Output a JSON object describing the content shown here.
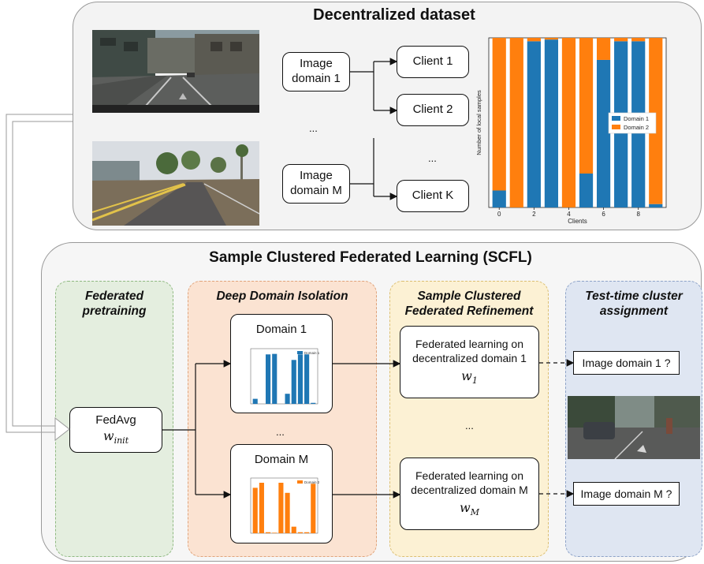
{
  "top": {
    "title": "Decentralized dataset",
    "image_domain_1": [
      "Image",
      "domain 1"
    ],
    "image_domain_m": [
      "Image",
      "domain M"
    ],
    "ellipsis_left": "...",
    "ellipsis_right": "...",
    "clients": [
      "Client 1",
      "Client 2",
      "Client K"
    ]
  },
  "bottom": {
    "title": "Sample Clustered Federated Learning (SCFL)",
    "col1_title": [
      "Federated",
      "pretraining"
    ],
    "col2_title": "Deep Domain Isolation",
    "col3_title": [
      "Sample Clustered",
      "Federated Refinement"
    ],
    "col4_title": [
      "Test-time cluster",
      "assignment"
    ],
    "fedavg_label": "FedAvg",
    "fedavg_math": "w",
    "fedavg_sub": "init",
    "domain1_label": "Domain 1",
    "domainm_label": "Domain M",
    "ellipsis_mid": "...",
    "ellipsis_refine": "...",
    "fl_1": [
      "Federated learning on",
      "decentralized domain 1"
    ],
    "fl_1_math": "w",
    "fl_1_sub": "1",
    "fl_m": [
      "Federated learning on",
      "decentralized domain M"
    ],
    "fl_m_math": "w",
    "fl_m_sub": "M",
    "assign_1": "Image domain 1 ?",
    "assign_m": "Image domain M ?"
  },
  "colors": {
    "domain1": "#1f77b4",
    "domain2": "#ff7f0e",
    "top_panel_bg": "#f3f3f3",
    "bottom_panel_bg": "#f6f6f6",
    "col1_bg": "#e4eedf",
    "col2_bg": "#fbe3d2",
    "col3_bg": "#fcf1d4",
    "col4_bg": "#dfe6f2"
  },
  "chart_data": [
    {
      "type": "bar",
      "stacked": true,
      "x": [
        0,
        1,
        2,
        3,
        4,
        5,
        6,
        7,
        8,
        9
      ],
      "xticks": [
        "0",
        "2",
        "4",
        "6",
        "8"
      ],
      "xlabel": "Clients",
      "ylabel": "Number of local samples",
      "series": [
        {
          "name": "Domain 1",
          "values": [
            0.1,
            0.0,
            0.98,
            0.99,
            0.0,
            0.2,
            0.87,
            0.98,
            0.98,
            0.02
          ]
        },
        {
          "name": "Domain 2",
          "values": [
            0.9,
            1.0,
            0.02,
            0.01,
            1.0,
            0.8,
            0.13,
            0.02,
            0.02,
            0.98
          ]
        }
      ],
      "legend": "right",
      "ylim": [
        0,
        1
      ]
    },
    {
      "type": "bar",
      "x": [
        0,
        1,
        2,
        3,
        4,
        5,
        6,
        7,
        8,
        9
      ],
      "values": [
        0.1,
        0.0,
        0.98,
        0.99,
        0.0,
        0.2,
        0.87,
        0.98,
        0.98,
        0.02
      ],
      "legend_entry": "Domain 1",
      "legend": "top-right",
      "ylim": [
        0,
        1
      ]
    },
    {
      "type": "bar",
      "x": [
        0,
        1,
        2,
        3,
        4,
        5,
        6,
        7,
        8,
        9
      ],
      "values": [
        0.9,
        1.0,
        0.02,
        0.01,
        1.0,
        0.8,
        0.13,
        0.02,
        0.02,
        0.98
      ],
      "legend_entry": "Domain 2",
      "legend": "top-right",
      "ylim": [
        0,
        1
      ]
    }
  ]
}
